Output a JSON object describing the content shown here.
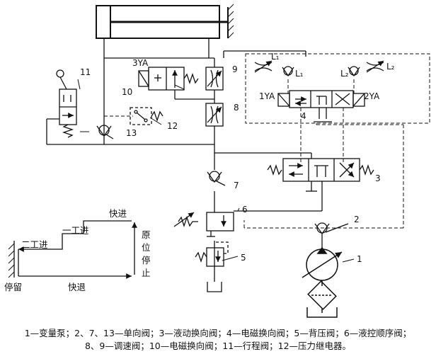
{
  "labels": {
    "n1": "1",
    "n2": "2",
    "n3": "3",
    "n4": "4",
    "n5": "5",
    "n6": "6",
    "n7": "7",
    "n8": "8",
    "n9": "9",
    "n10": "10",
    "n11": "11",
    "n12": "12",
    "n13": "13",
    "yv3": "3YA",
    "yv1": "1YA",
    "yv2": "2YA",
    "l1": "L₁",
    "l1b": "L₁",
    "l2": "L₂",
    "l2b": "L₂"
  },
  "cycle": {
    "fast_forward": "快进",
    "work_feed_1": "一工进",
    "work_feed_2": "二工进",
    "dwell": "停留",
    "fast_return": "快退",
    "home_stop": "原位停止"
  },
  "legend": {
    "line1": "1—变量泵；2、7、13—单向阀；3—液动换向阀；4—电磁换向阀；5—背压阀；6—液控顺序阀；",
    "line2": "8、9—调速阀；10—电磁换向阀；11—行程阀；12—压力继电器。"
  }
}
